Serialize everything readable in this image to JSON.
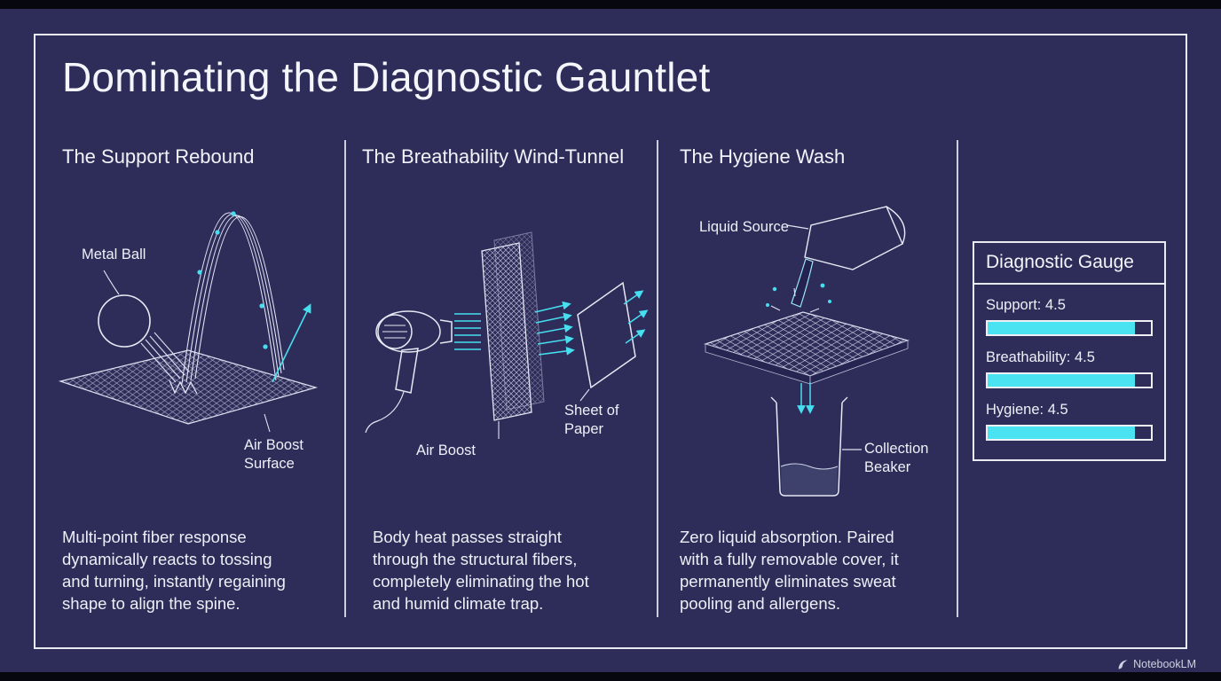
{
  "title": "Dominating the Diagnostic Gauntlet",
  "panels": [
    {
      "header": "The Support Rebound",
      "labels": {
        "ball": "Metal Ball",
        "surface": "Air Boost\nSurface"
      },
      "description": "Multi-point fiber response\ndynamically reacts to tossing\nand turning, instantly regaining\nshape to align the spine."
    },
    {
      "header": "The Breathability Wind-Tunnel",
      "labels": {
        "mesh": "Air Boost",
        "sheet": "Sheet of\nPaper"
      },
      "description": "Body heat passes straight\nthrough the structural fibers,\ncompletely eliminating the hot\nand humid climate trap."
    },
    {
      "header": "The Hygiene Wash",
      "labels": {
        "source": "Liquid Source",
        "beaker": "Collection\nBeaker"
      },
      "description": "Zero liquid absorption. Paired\nwith a fully removable cover, it\npermanently eliminates sweat\npooling and allergens."
    }
  ],
  "gauge": {
    "title": "Diagnostic Gauge",
    "metrics": [
      {
        "label": "Support: 4.5",
        "value": 4.5,
        "max": 5
      },
      {
        "label": "Breathability: 4.5",
        "value": 4.5,
        "max": 5
      },
      {
        "label": "Hygiene: 4.5",
        "value": 4.5,
        "max": 5
      }
    ]
  },
  "watermark": "NotebookLM",
  "colors": {
    "background": "#2e2d5a",
    "accent": "#46dff0",
    "text": "#f1f2f7"
  }
}
